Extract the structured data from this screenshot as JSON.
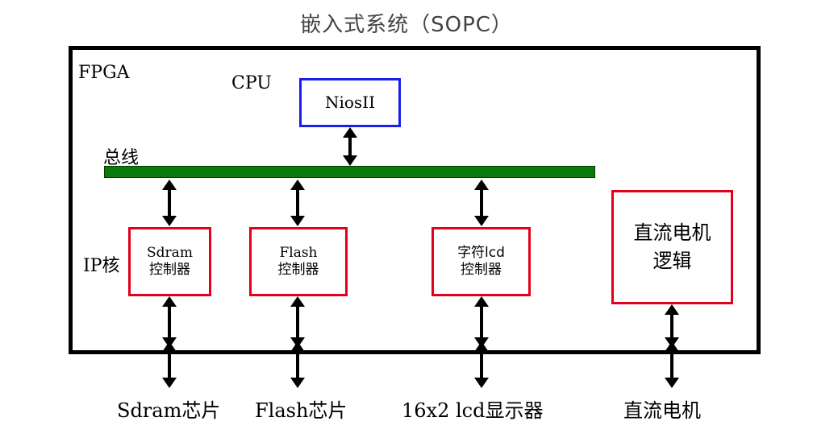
{
  "title": "嵌入式系统（SOPC）",
  "fpga_label": "FPGA",
  "cpu": {
    "label": "CPU",
    "box_text": "NiosII"
  },
  "bus_label": "总线",
  "ip_core_label": "IP核",
  "ip_blocks": [
    {
      "line1": "Sdram",
      "line2": "控制器"
    },
    {
      "line1": "Flash",
      "line2": "控制器"
    },
    {
      "line1": "字符lcd",
      "line2": "控制器"
    }
  ],
  "motor_logic": {
    "line1": "直流电机",
    "line2": "逻辑"
  },
  "external_devices": [
    {
      "label": "Sdram芯片"
    },
    {
      "label": "Flash芯片"
    },
    {
      "label": "16x2 lcd显示器"
    },
    {
      "label": "直流电机"
    }
  ],
  "colors": {
    "bus": "#0a7a0a",
    "cpu_border": "#1a1ee6",
    "ip_border": "#e3001b",
    "frame": "#000000"
  }
}
